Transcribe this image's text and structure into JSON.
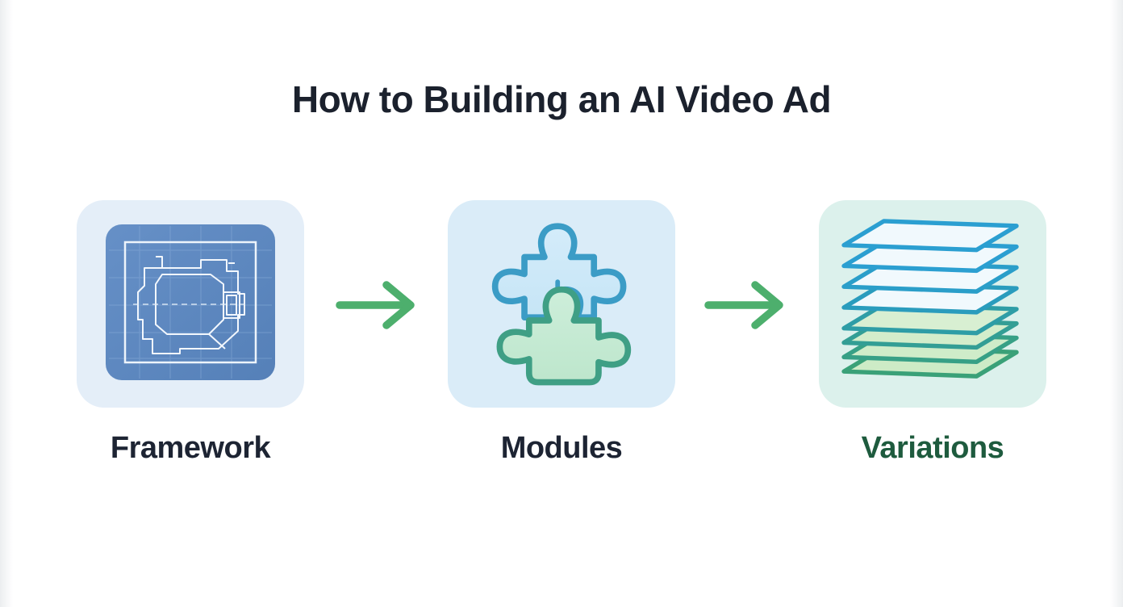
{
  "title": "How to Building an AI Video Ad",
  "steps": [
    {
      "label": "Framework",
      "icon": "blueprint-icon",
      "label_color": "#1d2433",
      "card_bg": "#e4eef8"
    },
    {
      "label": "Modules",
      "icon": "puzzle-icon",
      "label_color": "#1d2433",
      "card_bg": "#daecf8"
    },
    {
      "label": "Variations",
      "icon": "layers-icon",
      "label_color": "#1e5b3e",
      "card_bg": "#dcf1ec"
    }
  ],
  "arrows": {
    "count": 2,
    "direction": "right",
    "color": "#4daf6d"
  },
  "colors": {
    "title_text": "#1b212d",
    "blueprint_blue": "#5b87c0",
    "blueprint_lines": "#eef4fb",
    "puzzle_top_stroke": "#3b9cc6",
    "puzzle_top_fill": "#cfe9f8",
    "puzzle_bottom_stroke": "#3f9f85",
    "puzzle_bottom_fill": "#c8ead5",
    "layers_blue": "#2b9fd1",
    "layers_green": "#3aa178",
    "layers_green_fill": "#cfecc9",
    "background": "#ffffff"
  }
}
